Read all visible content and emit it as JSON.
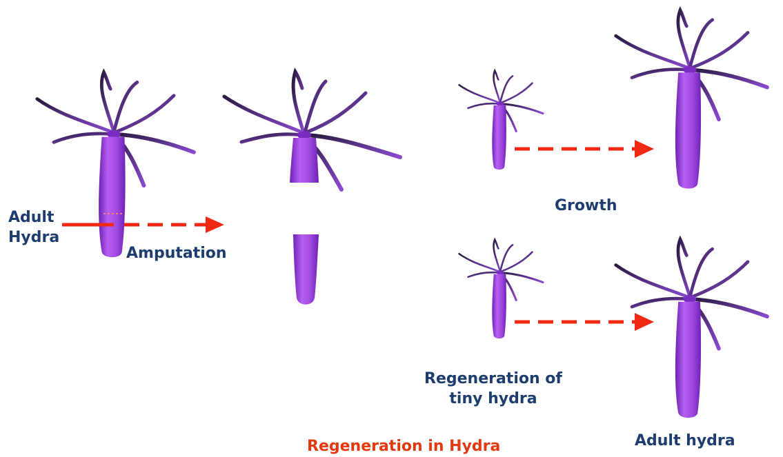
{
  "labels": {
    "adult_hydra_start": [
      "Adult",
      "Hydra"
    ],
    "amputation": "Amputation",
    "growth": "Growth",
    "regeneration_tiny": [
      "Regeneration of",
      "tiny hydra"
    ],
    "adult_hydra_end": "Adult hydra"
  },
  "caption": "Regeneration in Hydra",
  "colors": {
    "body": "#a24be2",
    "body_dark": "#7a2cc0",
    "tentacle": "#3a2454",
    "arrow": "#f02a12",
    "label": "#1d3d6e",
    "caption": "#e23a10"
  }
}
